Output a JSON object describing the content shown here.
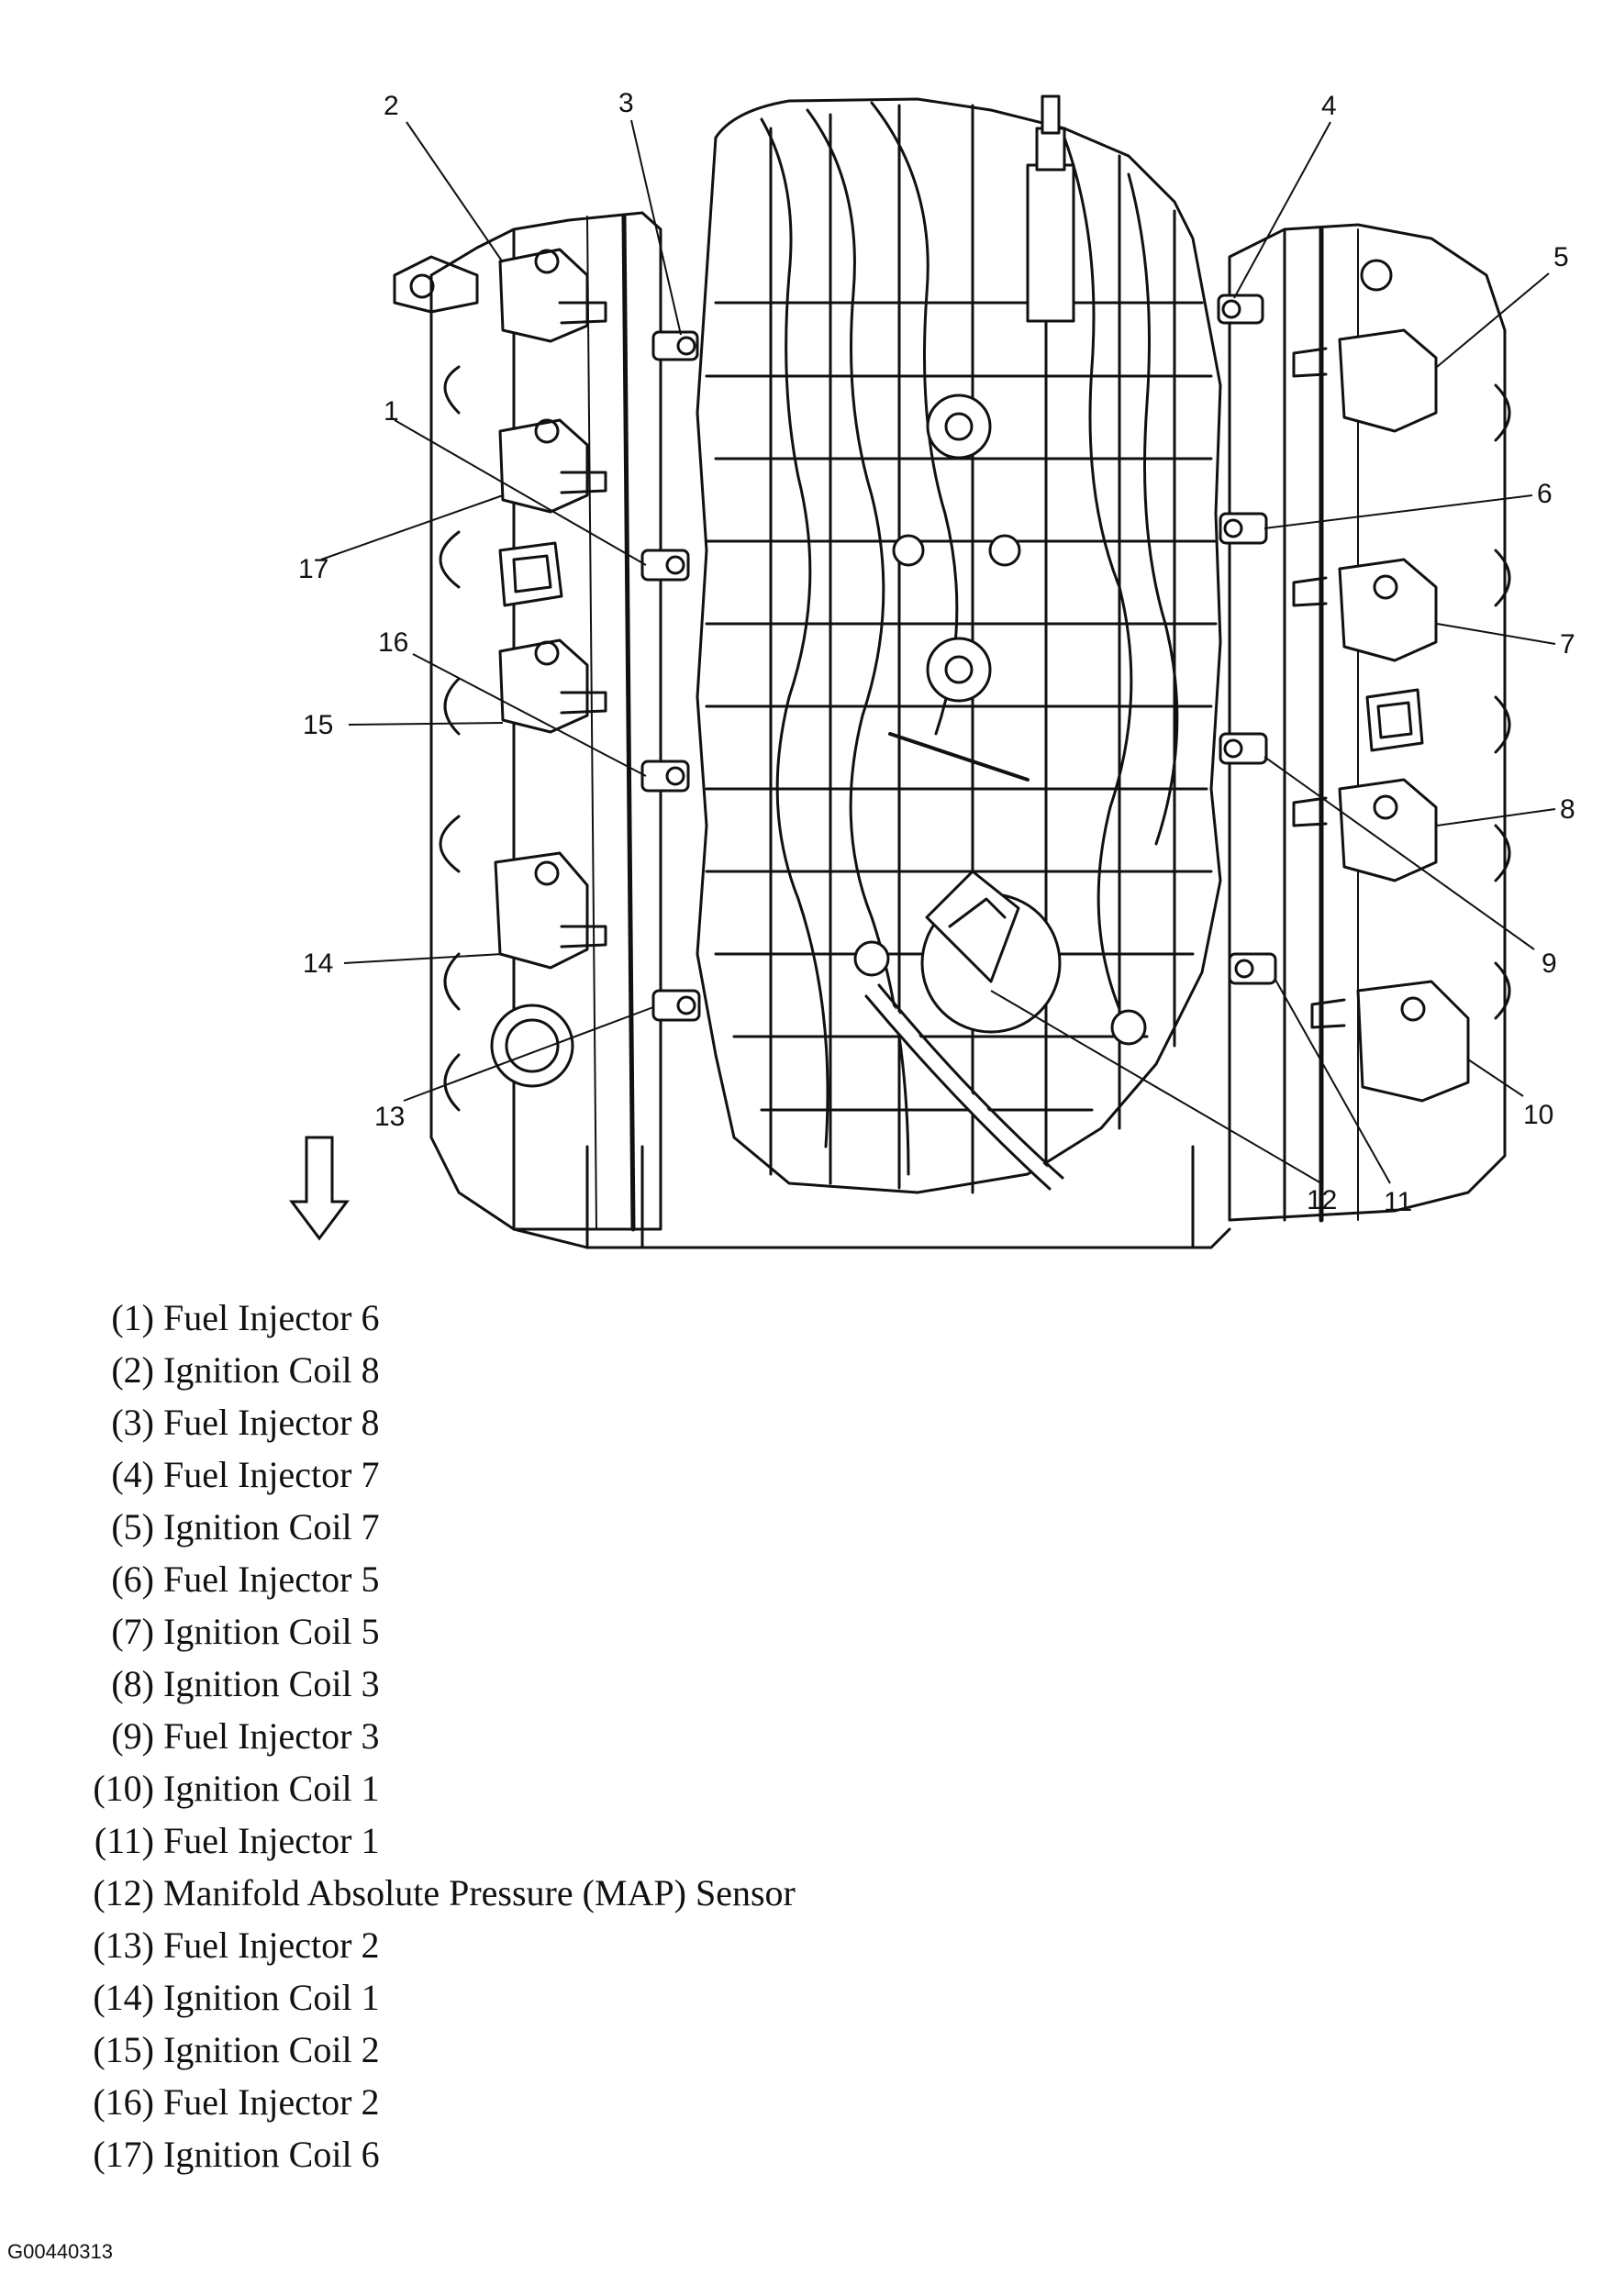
{
  "figure": {
    "callouts": [
      {
        "num": "1"
      },
      {
        "num": "2"
      },
      {
        "num": "3"
      },
      {
        "num": "4"
      },
      {
        "num": "5"
      },
      {
        "num": "6"
      },
      {
        "num": "7"
      },
      {
        "num": "8"
      },
      {
        "num": "9"
      },
      {
        "num": "10"
      },
      {
        "num": "11"
      },
      {
        "num": "12"
      },
      {
        "num": "13"
      },
      {
        "num": "14"
      },
      {
        "num": "15"
      },
      {
        "num": "16"
      },
      {
        "num": "17"
      }
    ]
  },
  "legend": [
    {
      "num": "(1)",
      "label": "Fuel Injector 6"
    },
    {
      "num": "(2)",
      "label": "Ignition Coil 8"
    },
    {
      "num": "(3)",
      "label": "Fuel Injector 8"
    },
    {
      "num": "(4)",
      "label": "Fuel Injector 7"
    },
    {
      "num": "(5)",
      "label": "Ignition Coil 7"
    },
    {
      "num": "(6)",
      "label": "Fuel Injector 5"
    },
    {
      "num": "(7)",
      "label": "Ignition Coil 5"
    },
    {
      "num": "(8)",
      "label": "Ignition Coil 3"
    },
    {
      "num": "(9)",
      "label": "Fuel Injector 3"
    },
    {
      "num": "(10)",
      "label": "Ignition Coil 1"
    },
    {
      "num": "(11)",
      "label": "Fuel Injector 1"
    },
    {
      "num": "(12)",
      "label": "Manifold Absolute Pressure (MAP) Sensor"
    },
    {
      "num": "(13)",
      "label": "Fuel Injector 2"
    },
    {
      "num": "(14)",
      "label": "Ignition Coil 1"
    },
    {
      "num": "(15)",
      "label": "Ignition Coil 2"
    },
    {
      "num": "(16)",
      "label": "Fuel Injector 2"
    },
    {
      "num": "(17)",
      "label": "Ignition Coil 6"
    }
  ],
  "figure_code": "G00440313"
}
